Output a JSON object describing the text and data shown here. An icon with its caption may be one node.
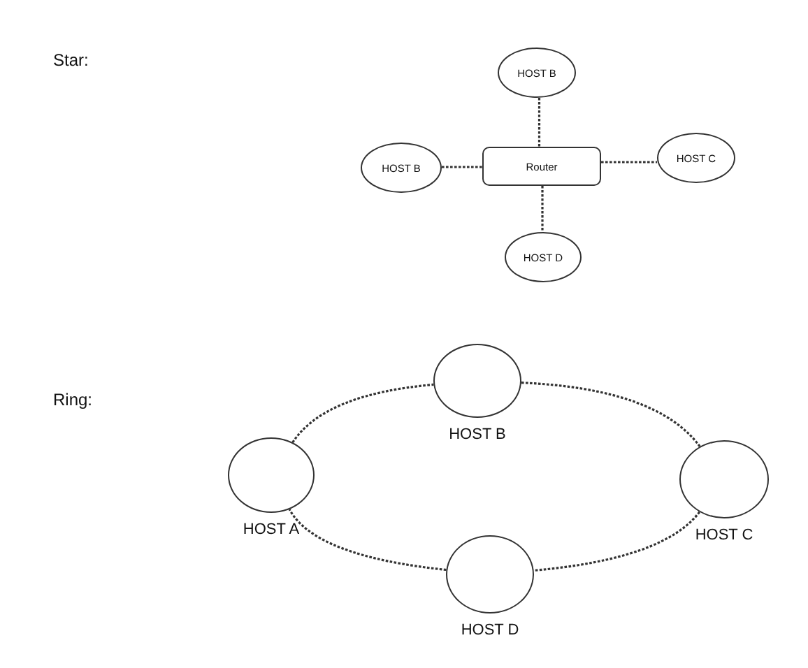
{
  "diagram": {
    "nodes": [
      {
        "text": [
          "HOST B"
        ]
      },
      {
        "text": [
          "HOST B"
        ]
      },
      {
        "text": [
          "Router"
        ]
      },
      {
        "text": [
          "HOST C"
        ]
      },
      {
        "text": [
          "HOST D"
        ]
      },
      {
        "text": [],
        "shape": "circle",
        "beside": [
          "HOST A"
        ]
      },
      {
        "text": [],
        "shape": "circle",
        "beside": [
          "HOST B"
        ]
      },
      {
        "text": [],
        "shape": "circle",
        "beside": [
          "HOST C"
        ]
      },
      {
        "text": [],
        "shape": "circle",
        "beside": [
          "HOST D"
        ]
      }
    ],
    "edges": [
      {
        "from": 0,
        "to": 2,
        "arrow": "none"
      },
      {
        "from": 1,
        "to": 2,
        "arrow": "none"
      },
      {
        "from": 2,
        "to": 3,
        "arrow": "none"
      },
      {
        "from": 2,
        "to": 4,
        "arrow": "none"
      },
      {
        "from": 5,
        "to": 6,
        "arrow": "none"
      },
      {
        "from": 6,
        "to": 7,
        "arrow": "none"
      },
      {
        "from": 7,
        "to": 8,
        "arrow": "none"
      },
      {
        "from": 8,
        "to": 5,
        "arrow": "none"
      }
    ],
    "labels": [
      "Star:",
      "Ring:"
    ]
  }
}
